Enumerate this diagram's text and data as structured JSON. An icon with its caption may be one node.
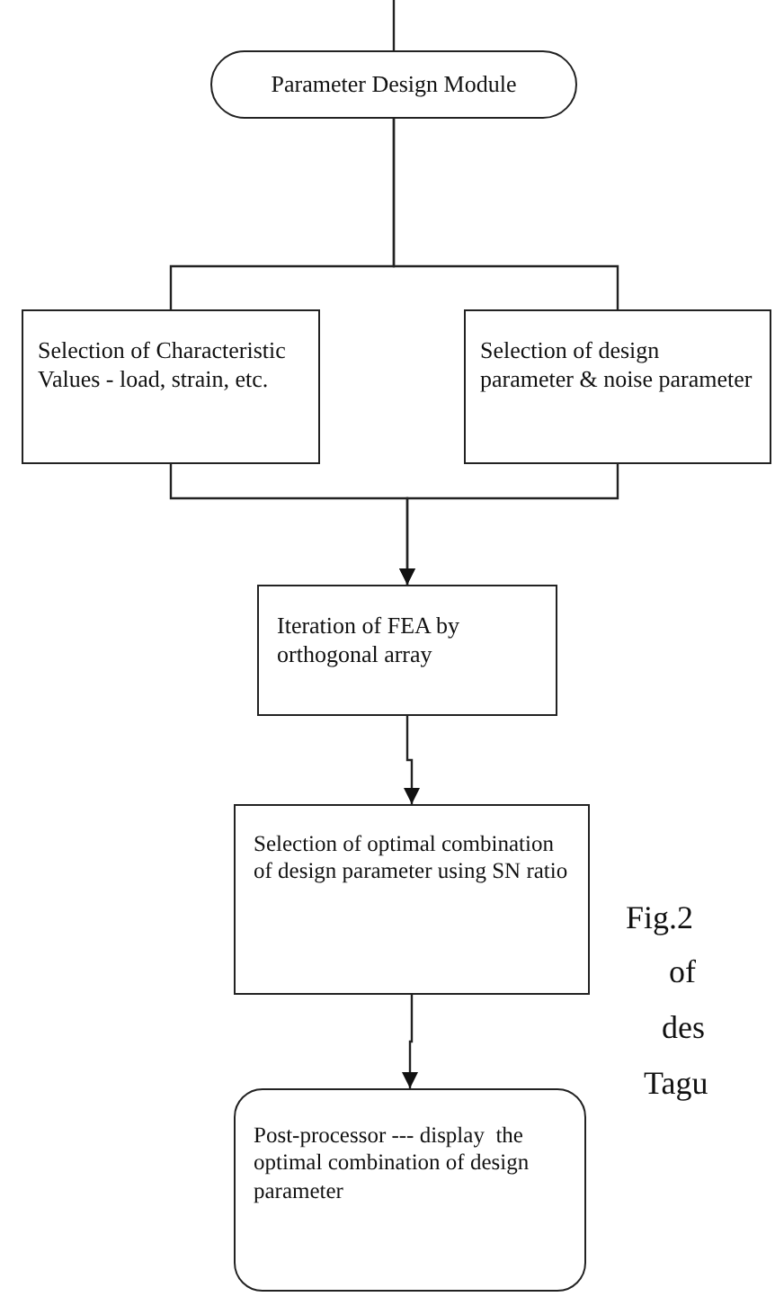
{
  "diagram": {
    "nodes": [
      {
        "text": [
          "Parameter Design Module"
        ]
      },
      {
        "text": [
          "Selection of Characteristic Values - load, strain, etc."
        ]
      },
      {
        "text": [
          "Selection of design parameter & noise parameter"
        ]
      },
      {
        "text": [
          "Iteration of FEA by orthogonal array"
        ]
      },
      {
        "text": [
          "Selection of optimal combination of design parameter using SN ratio"
        ]
      },
      {
        "text": [
          "Post-processor --- display  the optimal combination of design parameter"
        ]
      }
    ],
    "edges": [
      {
        "from": null,
        "to": 0,
        "arrow": "none"
      },
      {
        "from": 0,
        "to": 1,
        "arrow": "none"
      },
      {
        "from": 0,
        "to": 2,
        "arrow": "none"
      },
      {
        "from": 1,
        "to": 3,
        "arrow": "to"
      },
      {
        "from": 2,
        "to": 3,
        "arrow": "to"
      },
      {
        "from": 3,
        "to": 4,
        "arrow": "to"
      },
      {
        "from": 4,
        "to": 5,
        "arrow": "to"
      }
    ],
    "labels": [
      "Fig.2",
      "of",
      "des",
      "Tagu"
    ]
  }
}
